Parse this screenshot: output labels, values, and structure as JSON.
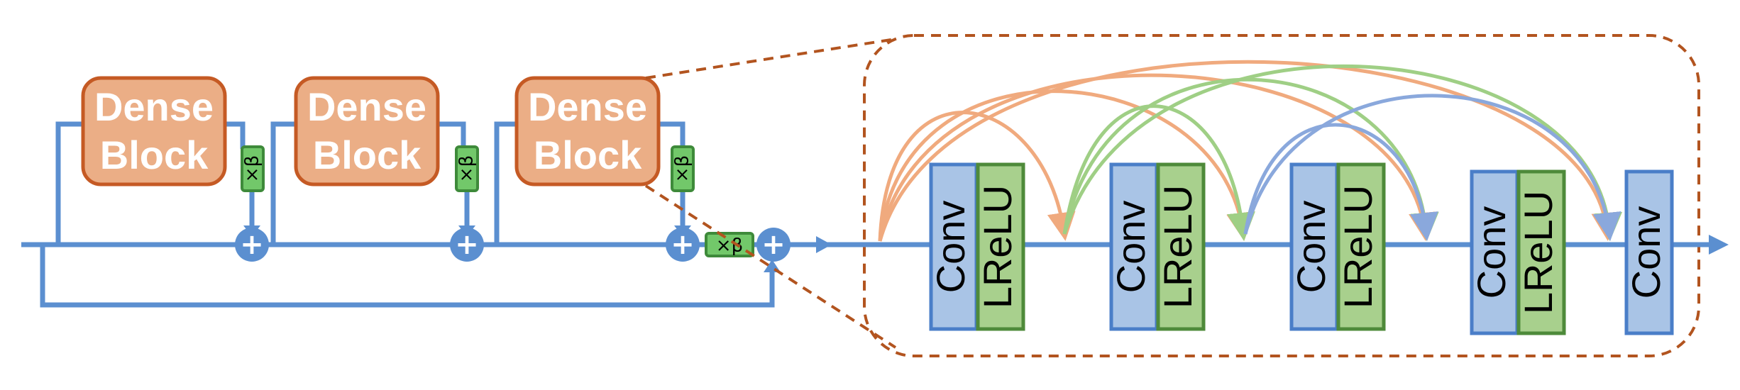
{
  "colors": {
    "main_line": "#5b8fd0",
    "dense_fill": "#ebae86",
    "dense_stroke": "#c55a24",
    "beta_fill": "#72c86a",
    "beta_stroke": "#3e8a3a",
    "conv_fill": "#a9c4e6",
    "conv_stroke": "#4a7ec8",
    "lrelu_fill": "#a8d08d",
    "lrelu_stroke": "#4e8a3a",
    "orange_arc": "#f0aa7e",
    "green_arc": "#9fcf85",
    "blue_arc": "#8aa8dc",
    "dash": "#b2541f"
  },
  "rrdb": {
    "dense_blocks": [
      {
        "line1": "Dense",
        "line2": "Block"
      },
      {
        "line1": "Dense",
        "line2": "Block"
      },
      {
        "line1": "Dense",
        "line2": "Block"
      }
    ],
    "beta_label": "×β",
    "add_symbol": "+"
  },
  "dense_block_detail": {
    "layers": [
      {
        "type": "conv",
        "label": "Conv"
      },
      {
        "type": "lrelu",
        "label": "LReLU"
      },
      {
        "type": "conv",
        "label": "Conv"
      },
      {
        "type": "lrelu",
        "label": "LReLU"
      },
      {
        "type": "conv",
        "label": "Conv"
      },
      {
        "type": "lrelu",
        "label": "LReLU"
      },
      {
        "type": "conv",
        "label": "Conv"
      },
      {
        "type": "lrelu",
        "label": "LReLU"
      },
      {
        "type": "conv",
        "label": "Conv"
      }
    ]
  }
}
